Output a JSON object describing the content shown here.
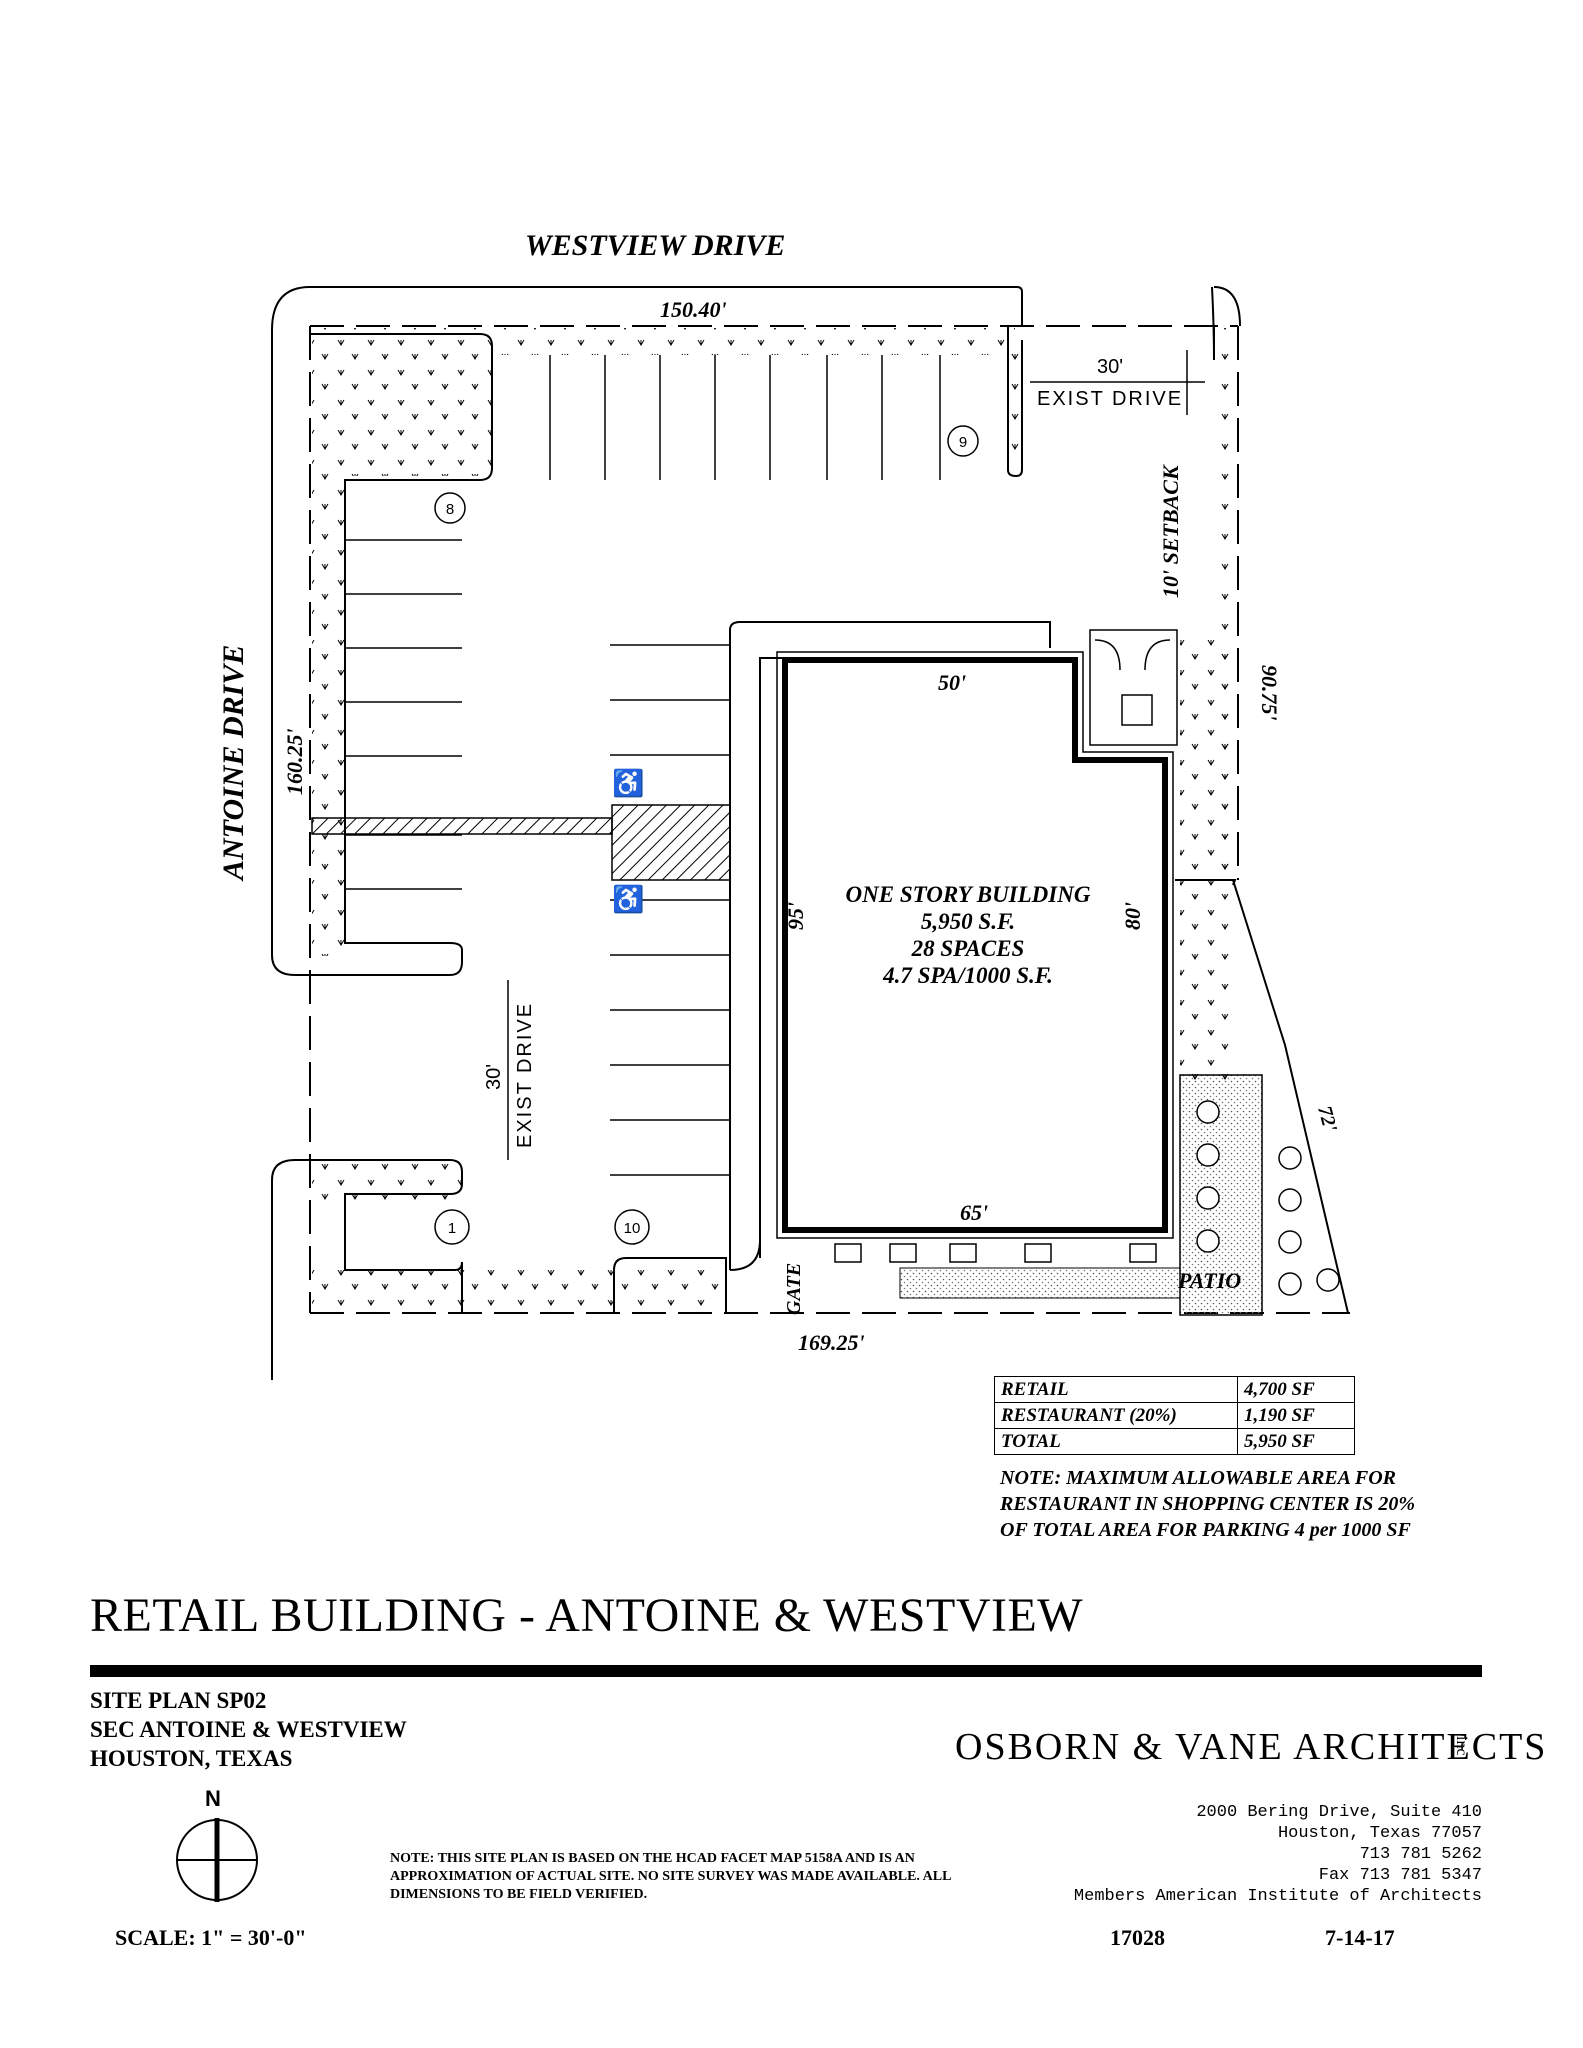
{
  "plan": {
    "street_north": "WESTVIEW DRIVE",
    "street_west": "ANTOINE DRIVE",
    "dim_north": "150.40'",
    "dim_west": "160.25'",
    "dim_east": "90.75'",
    "dim_south": "169.25'",
    "dim_diag": "72'",
    "drive_north_width": "30'",
    "drive_north_label": "EXIST DRIVE",
    "drive_west_width": "30'",
    "drive_west_label": "EXIST DRIVE",
    "setback": "10' SETBACK",
    "bldg_top": "50'",
    "bldg_bottom": "65'",
    "bldg_left": "95'",
    "bldg_right": "80'",
    "building": [
      "ONE STORY BUILDING",
      "5,950 S.F.",
      "28 SPACES",
      "4.7 SPA/1000 S.F."
    ],
    "gate": "GATE",
    "patio": "PATIO",
    "space_tags": [
      "1",
      "8",
      "9",
      "10"
    ]
  },
  "area_table": [
    {
      "label": "RETAIL",
      "value": "4,700  SF"
    },
    {
      "label": "RESTAURANT (20%)",
      "value": "1,190 SF"
    },
    {
      "label": "TOTAL",
      "value": "5,950 SF"
    }
  ],
  "area_note": "NOTE: MAXIMUM ALLOWABLE AREA FOR RESTAURANT IN SHOPPING CENTER IS 20%  OF TOTAL AREA FOR PARKING 4 per 1000 SF",
  "title": "RETAIL BUILDING - ANTOINE & WESTVIEW",
  "info": [
    "SITE PLAN SP02",
    "SEC ANTOINE & WESTVIEW",
    "HOUSTON, TEXAS"
  ],
  "firm": "OSBORN  &  VANE  ARCHITECTS",
  "firm_suffix": "inc",
  "address": [
    "2000 Bering Drive, Suite 410",
    "Houston, Texas 77057",
    "713 781 5262",
    "Fax 713 781 5347",
    "Members American Institute of Architects"
  ],
  "survey_note": "NOTE: THIS SITE PLAN IS BASED ON THE HCAD FACET MAP 5158A AND IS AN APPROXIMATION OF ACTUAL SITE. NO SITE SURVEY WAS MADE AVAILABLE. ALL DIMENSIONS TO BE FIELD VERIFIED.",
  "north": "N",
  "scale": "SCALE: 1\" = 30'-0\"",
  "job_number": "17028",
  "date": "7-14-17"
}
